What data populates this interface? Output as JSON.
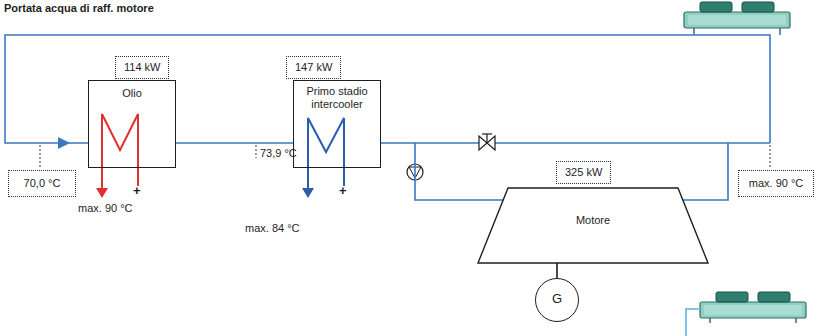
{
  "diagram": {
    "nodes": [
      {
        "text": [
          "114 kW",
          "Olio"
        ]
      },
      {
        "text": [
          "147 kW",
          "Primo stadio intercooler"
        ]
      },
      {
        "text": [
          "325 kW",
          "Motore"
        ]
      },
      {
        "text": [
          "G"
        ]
      }
    ],
    "edges": [
      {
        "from": 0,
        "to": 1,
        "arrow": "none"
      },
      {
        "from": 1,
        "to": 2,
        "arrow": "none"
      },
      {
        "from": 2,
        "to": 3,
        "arrow": "none"
      }
    ],
    "labels": [
      "Portata acqua di raff. motore",
      "70,0 °C",
      "73,9 °C",
      "max. 90 °C",
      "+",
      "max. 84 °C",
      "+",
      "max. 90 °C"
    ]
  }
}
